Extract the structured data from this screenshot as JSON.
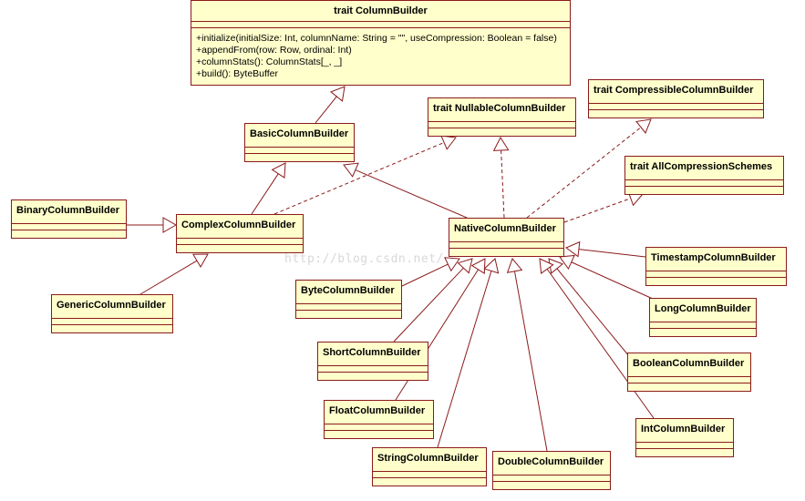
{
  "diagram": {
    "root": {
      "name": "trait ColumnBuilder",
      "methods": [
        "+initialize(initialSize: Int, columnName: String = \"\", useCompression: Boolean = false)",
        "+appendFrom(row: Row, ordinal: Int)",
        "+columnStats(): ColumnStats[_, _]",
        "+build(): ByteBuffer"
      ]
    },
    "classes": {
      "basic": "BasicColumnBuilder",
      "nullable": "trait NullableColumnBuilder",
      "compressible": "trait CompressibleColumnBuilder",
      "all_compression": "trait AllCompressionSchemes",
      "binary": "BinaryColumnBuilder",
      "complex": "ComplexColumnBuilder",
      "native": "NativeColumnBuilder",
      "generic": "GenericColumnBuilder",
      "byte": "ByteColumnBuilder",
      "timestamp": "TimestampColumnBuilder",
      "long": "LongColumnBuilder",
      "short": "ShortColumnBuilder",
      "boolean": "BooleanColumnBuilder",
      "float": "FloatColumnBuilder",
      "int": "IntColumnBuilder",
      "string": "StringColumnBuilder",
      "double": "DoubleColumnBuilder"
    },
    "watermark": "http://blog.csdn.net/"
  },
  "colors": {
    "box_fill": "#ffffcc",
    "line": "#8b1a1a",
    "background": "#ffffff"
  }
}
